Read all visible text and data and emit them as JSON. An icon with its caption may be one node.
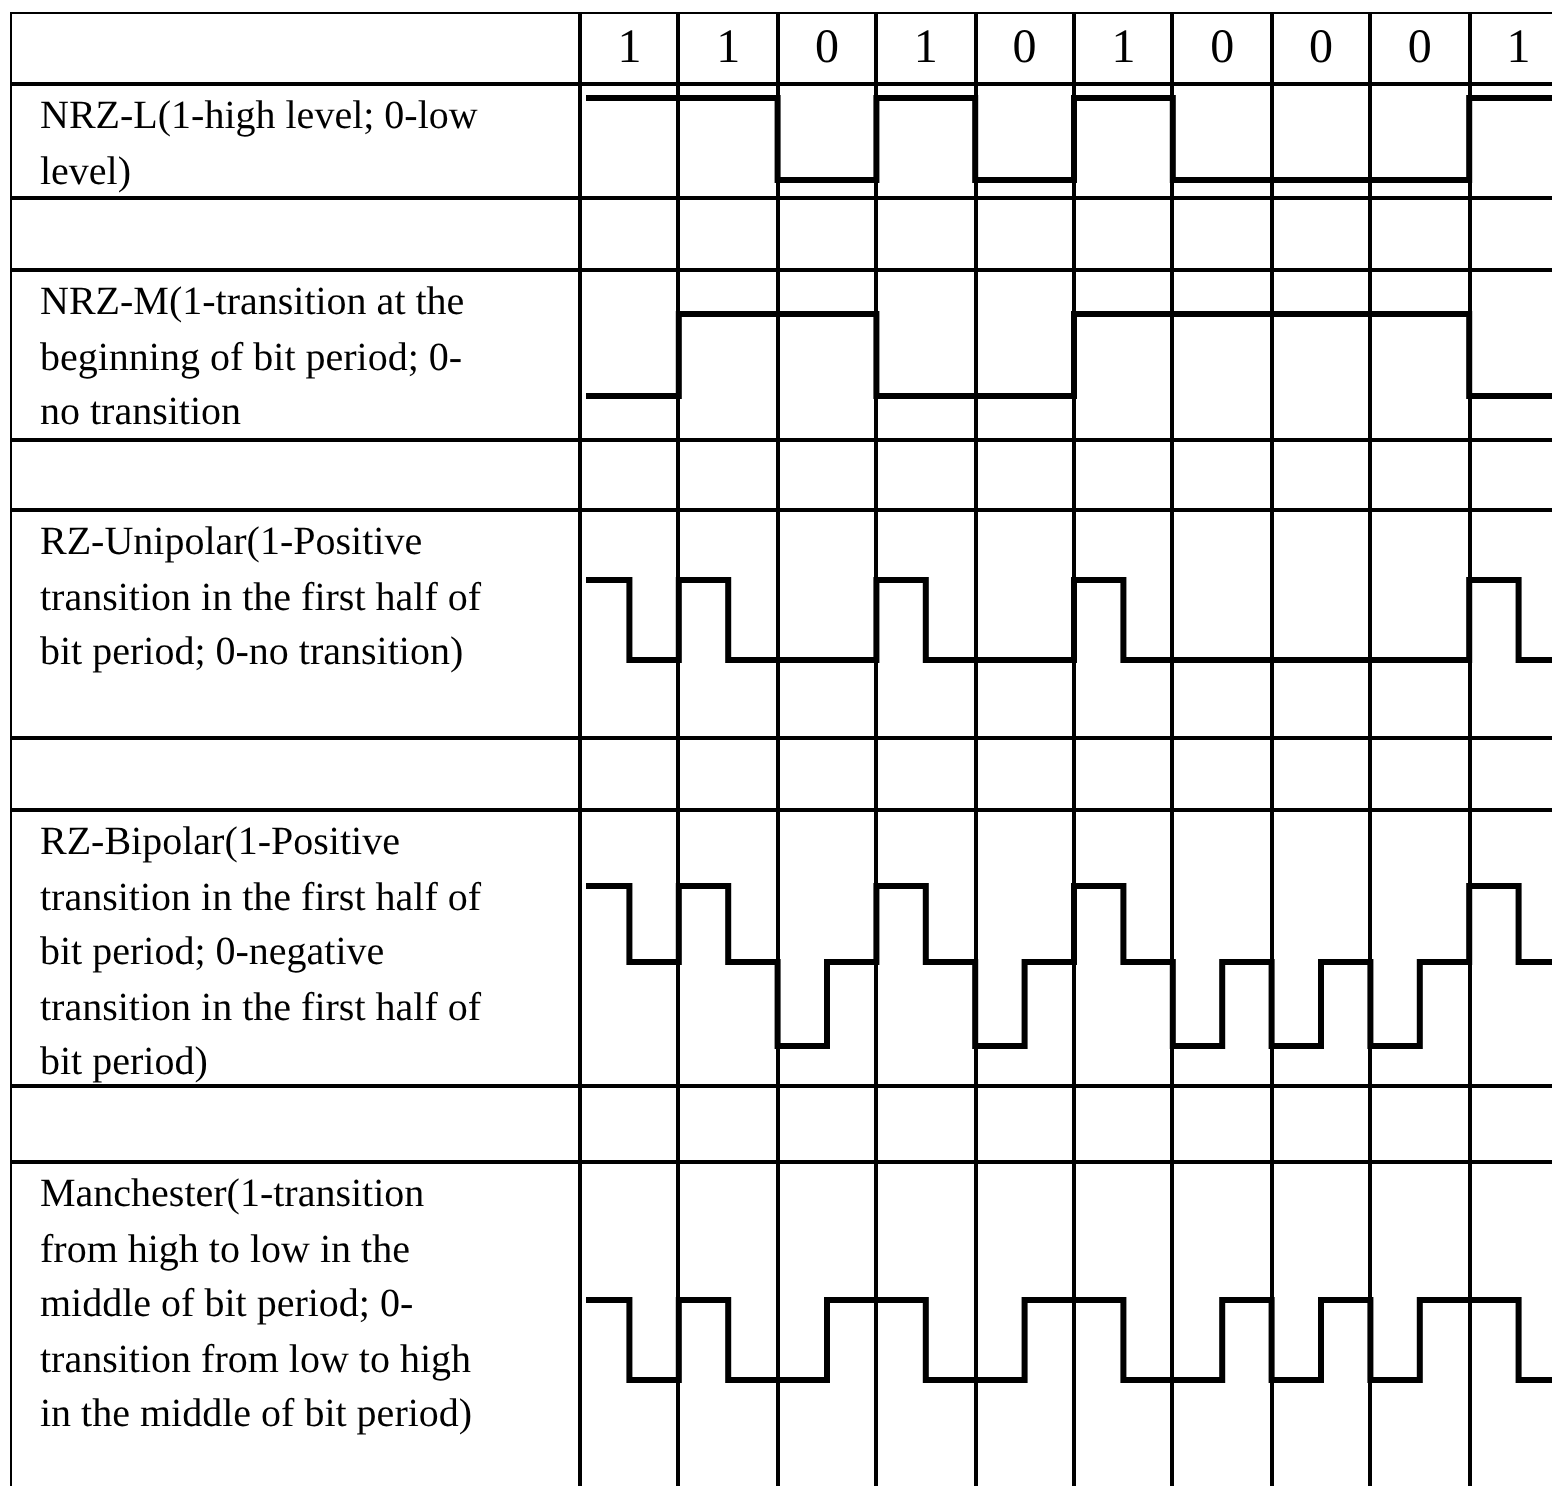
{
  "diagram": {
    "labels": [
      "1",
      "1",
      "0",
      "1",
      "0",
      "1",
      "0",
      "0",
      "0",
      "1",
      "NRZ-L(1-high level; 0-low level)",
      "NRZ-M(1-transition at the beginning of bit period; 0-no transition",
      "RZ-Unipolar(1-Positive transition in the first half of bit period; 0-no transition)",
      "RZ-Bipolar(1-Positive transition in the first half of bit period; 0-negative transition in the first half of bit period)",
      "Manchester(1-transition from high to low in the middle of bit period; 0-transition from low to high in the middle of bit period)"
    ]
  }
}
